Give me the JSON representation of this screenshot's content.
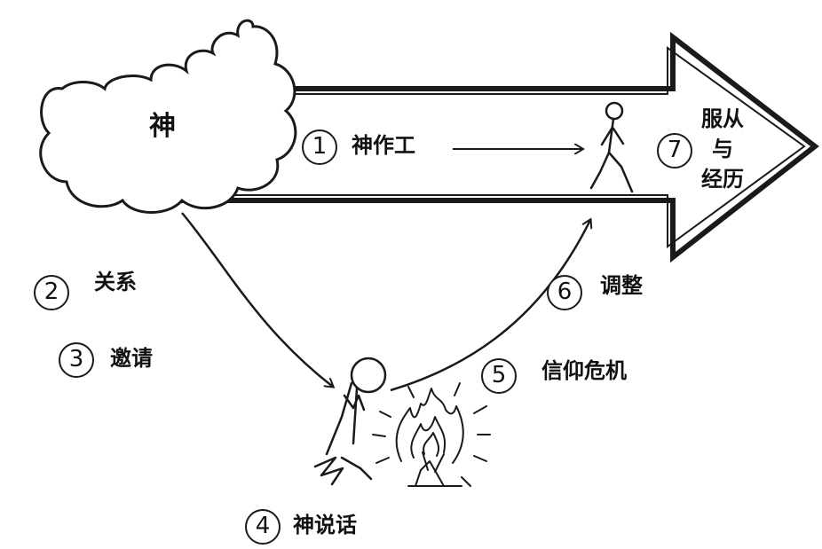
{
  "god_label": "神",
  "steps": [
    {
      "number": "1",
      "label": "神作工"
    },
    {
      "number": "2",
      "label": "关系"
    },
    {
      "number": "3",
      "label": "邀请"
    },
    {
      "number": "4",
      "label": "神说话"
    },
    {
      "number": "5",
      "label": "信仰危机"
    },
    {
      "number": "6",
      "label": "调整"
    },
    {
      "number": "7",
      "label_lines": [
        "服从",
        "与",
        "经历"
      ]
    }
  ],
  "icons": [
    "cloud",
    "big-arrow",
    "walking-person",
    "kneeling-person",
    "burning-bush"
  ],
  "colors": {
    "ink": "#1a1a1a",
    "background": "#ffffff"
  }
}
